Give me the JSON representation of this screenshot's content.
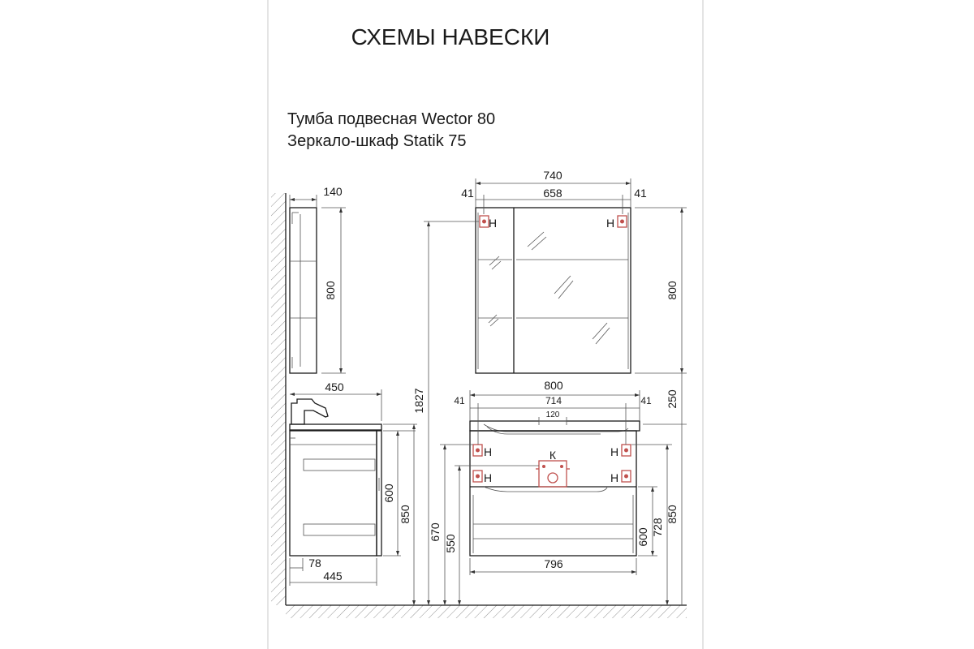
{
  "title": "СХЕМЫ НАВЕСКИ",
  "products": [
    "Тумба подвесная Wector 80",
    "Зеркало-шкаф Statik 75"
  ],
  "colors": {
    "line": "#1a1a1a",
    "dimension": "#555555",
    "mount_point": "#c0504d",
    "sheet_border": "#c8c8c8"
  },
  "mount_labels": {
    "hook": "Н",
    "drain": "К"
  },
  "dimensions": {
    "side_cabinet_depth": "140",
    "side_cabinet_height": "800",
    "side_countertop_depth": "450",
    "side_vanity_height": "600",
    "side_floor_to_top": "850",
    "side_offset": "78",
    "side_vanity_depth": "445",
    "cabinet_width": "740",
    "cabinet_hook_offset_left": "41",
    "cabinet_hook_span": "658",
    "cabinet_hook_offset_right": "41",
    "cabinet_height": "800",
    "cabinet_to_countertop_gap": "250",
    "vanity_top_width": "800",
    "vanity_hook_offset_left": "41",
    "vanity_hook_span": "714",
    "vanity_hook_offset_right": "41",
    "drain_width": "120",
    "overall_height": "1827",
    "floor_to_upper_hook": "670",
    "floor_to_lower_hook": "550",
    "vanity_height_front": "600",
    "floor_to_hooks_right": "728",
    "floor_to_top_right": "850",
    "vanity_body_width": "796"
  }
}
